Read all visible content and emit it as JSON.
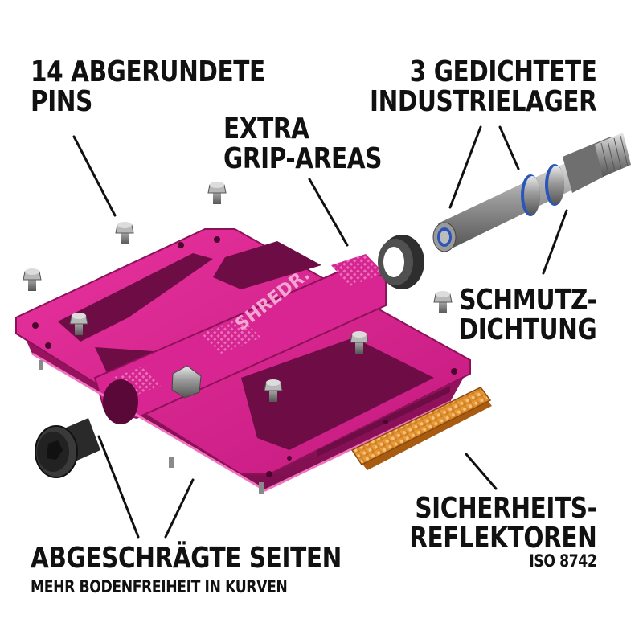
{
  "callouts": {
    "pins": {
      "line1": "14 ABGERUNDETE",
      "line2": "PINS"
    },
    "bearings": {
      "line1": "3 GEDICHTETE",
      "line2": "INDUSTRIELAGER"
    },
    "grip": {
      "line1": "EXTRA",
      "line2": "GRIP-AREAS"
    },
    "seal": {
      "line1": "SCHMUTZ-",
      "line2": "DICHTUNG"
    },
    "reflector": {
      "line1": "SICHERHEITS-",
      "line2": "REFLEKTOREN",
      "standard": "ISO 8742"
    },
    "sides": {
      "line1": "ABGESCHRÄGTE SEITEN",
      "line2": "MEHR BODENFREIHEIT IN KURVEN"
    }
  },
  "pedal": {
    "brand": "SHREDR.",
    "color": "#d21d8c",
    "reflector_color": "#d9892a"
  },
  "colors": {
    "text": "#111111",
    "leader": "#111111"
  }
}
